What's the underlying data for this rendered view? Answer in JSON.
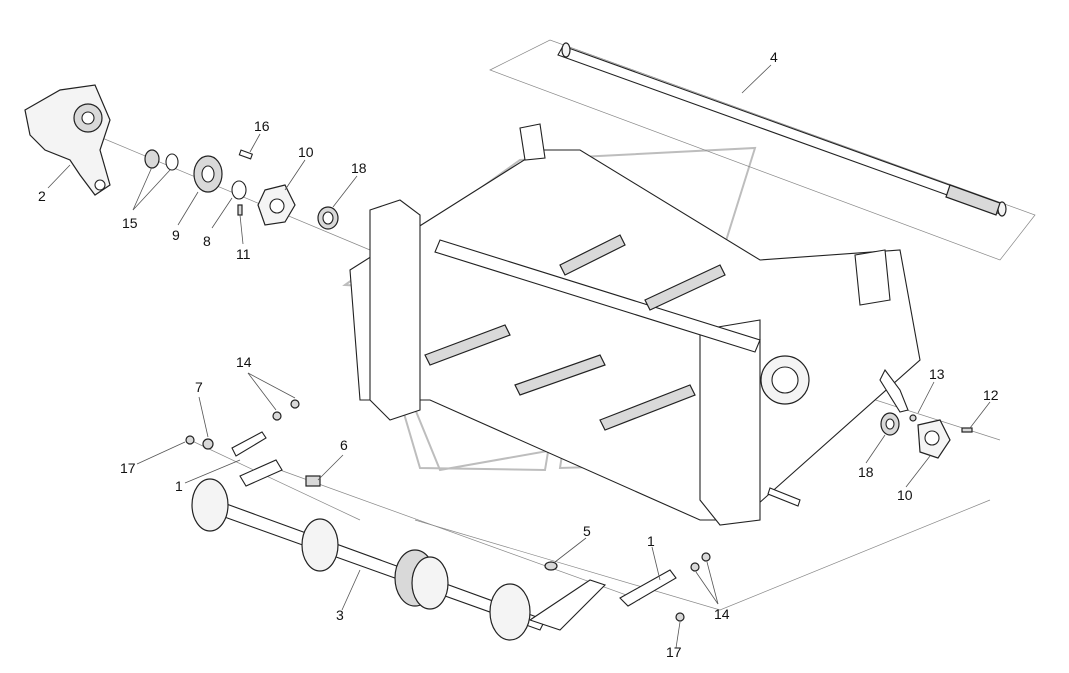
{
  "diagram": {
    "callouts": [
      {
        "id": "c4",
        "text": "4"
      },
      {
        "id": "c16",
        "text": "16"
      },
      {
        "id": "c10a",
        "text": "10"
      },
      {
        "id": "c18a",
        "text": "18"
      },
      {
        "id": "c2",
        "text": "2"
      },
      {
        "id": "c15",
        "text": "15"
      },
      {
        "id": "c9",
        "text": "9"
      },
      {
        "id": "c8",
        "text": "8"
      },
      {
        "id": "c11",
        "text": "11"
      },
      {
        "id": "c14a",
        "text": "14"
      },
      {
        "id": "c7",
        "text": "7"
      },
      {
        "id": "c17a",
        "text": "17"
      },
      {
        "id": "c1a",
        "text": "1"
      },
      {
        "id": "c6",
        "text": "6"
      },
      {
        "id": "c13",
        "text": "13"
      },
      {
        "id": "c12",
        "text": "12"
      },
      {
        "id": "c18b",
        "text": "18"
      },
      {
        "id": "c10b",
        "text": "10"
      },
      {
        "id": "c5",
        "text": "5"
      },
      {
        "id": "c1b",
        "text": "1"
      },
      {
        "id": "c14b",
        "text": "14"
      },
      {
        "id": "c3",
        "text": "3"
      },
      {
        "id": "c17b",
        "text": "17"
      }
    ]
  }
}
